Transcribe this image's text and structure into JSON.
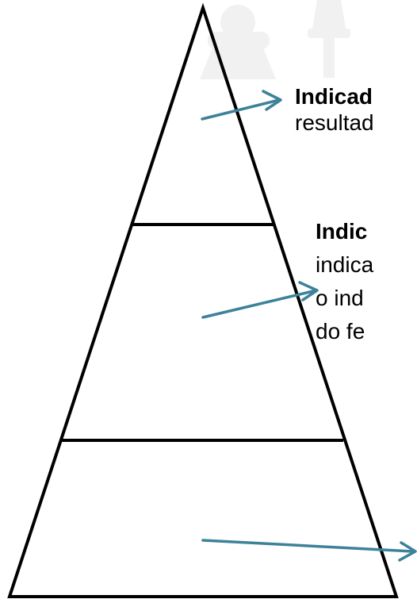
{
  "colors": {
    "outline": "#000000",
    "arrow": "#3d8299",
    "watermark": "#f1f1f1",
    "background": "#ffffff"
  },
  "watermark": {
    "icon": "logo-watermark-icon"
  },
  "pyramid": {
    "levels": [
      {
        "name": "top",
        "title": "Indicad",
        "lines": [
          "resultad"
        ]
      },
      {
        "name": "middle",
        "title": "Indic",
        "lines": [
          "indica",
          "o ind",
          "do fe"
        ]
      },
      {
        "name": "bottom",
        "title": "",
        "lines": []
      }
    ]
  }
}
